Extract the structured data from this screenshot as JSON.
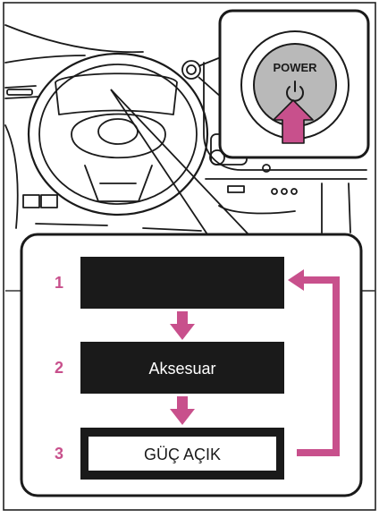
{
  "power_button": {
    "label": "POWER",
    "symbol": "⏻"
  },
  "steps": [
    {
      "number": "1",
      "label": ""
    },
    {
      "number": "2",
      "label": "Aksesuar"
    },
    {
      "number": "3",
      "label": "GÜÇ AÇIK"
    }
  ],
  "colors": {
    "accent": "#c8508c",
    "outline": "#1a1a1a",
    "step_fill": "#1a1a1a",
    "power_gray": "#b9b9b9"
  }
}
